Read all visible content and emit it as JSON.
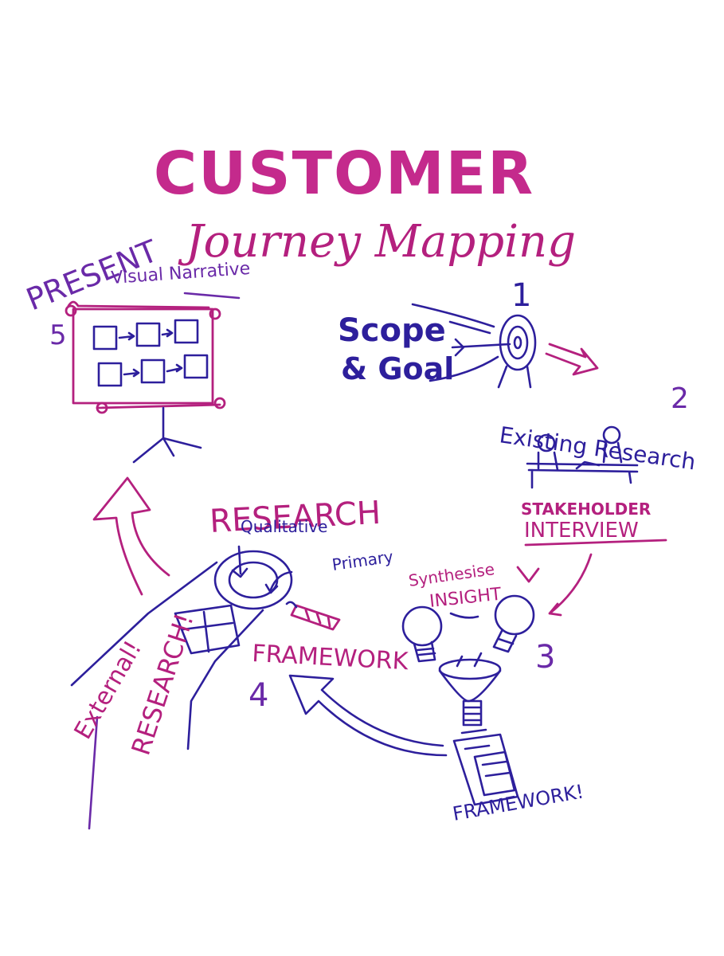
{
  "colors": {
    "title": "#c42a8c",
    "ink_blue": "#2d1f9c",
    "ink_magenta": "#b4207e",
    "ink_purple": "#6a2aa8",
    "background": "#ffffff"
  },
  "title": {
    "main": "CUSTOMER",
    "sub": "Journey Mapping"
  },
  "steps": {
    "step1": {
      "number": "1",
      "label_line1": "Scope",
      "label_line2": "& Goal"
    },
    "step2": {
      "number": "2",
      "label": "Existing Research",
      "sublabel_line1": "STAKEHOLDER",
      "sublabel_line2": "INTERVIEW"
    },
    "step3": {
      "number": "3",
      "label_line1": "Synthesise",
      "label_line2": "INSIGHT",
      "framework": "FRAMEWORK!"
    },
    "step4": {
      "number": "4",
      "heading": "RESEARCH",
      "qualitative": "Qualitative",
      "primary": "Primary",
      "framework": "FRAMEWORK",
      "external": "External!",
      "research": "RESEARCH!"
    },
    "step5": {
      "number": "5",
      "heading": "PRESENT",
      "subheading": "Visual Narrative"
    }
  },
  "icons": [
    "target-icon",
    "meeting-icon",
    "lightbulb-icon",
    "funnel-icon",
    "magnifier-icon",
    "presentation-board-icon",
    "document-icon"
  ]
}
